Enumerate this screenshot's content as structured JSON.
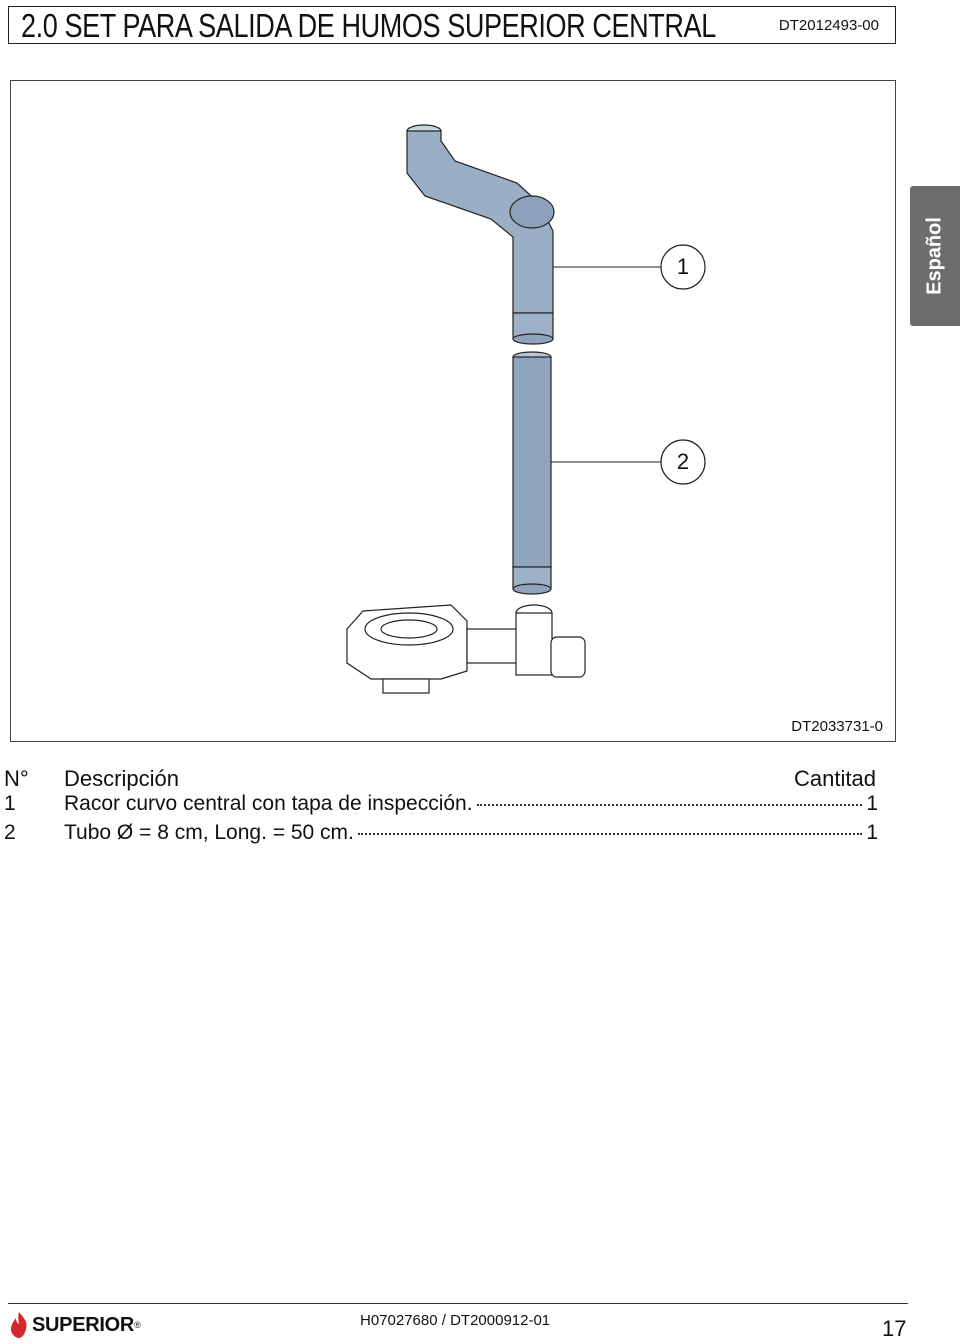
{
  "header": {
    "title": "2.0 SET PARA SALIDA DE HUMOS SUPERIOR CENTRAL",
    "code": "DT2012493-00"
  },
  "language_tab": {
    "label": "Español"
  },
  "figure": {
    "callouts": [
      "1",
      "2"
    ],
    "drawing_code": "DT2033731-0"
  },
  "parts_list": {
    "headers": {
      "number": "N°",
      "description": "Descripción",
      "quantity": "Cantitad"
    },
    "rows": [
      {
        "number": "1",
        "description": "Racor curvo central con tapa de inspección.",
        "quantity": "1"
      },
      {
        "number": "2",
        "description": "Tubo Ø = 8 cm, Long. = 50 cm.",
        "quantity": "1"
      }
    ]
  },
  "footer": {
    "logo_text": "SUPERIOR",
    "logo_mark": "®",
    "document_code": "H07027680 / DT2000912-01",
    "page_number": "17"
  },
  "colors": {
    "pipe_fill": "#9aaec6",
    "pipe_shade": "#7e93ad",
    "tab_background": "#6d6d6d",
    "logo_red": "#d4282d"
  }
}
